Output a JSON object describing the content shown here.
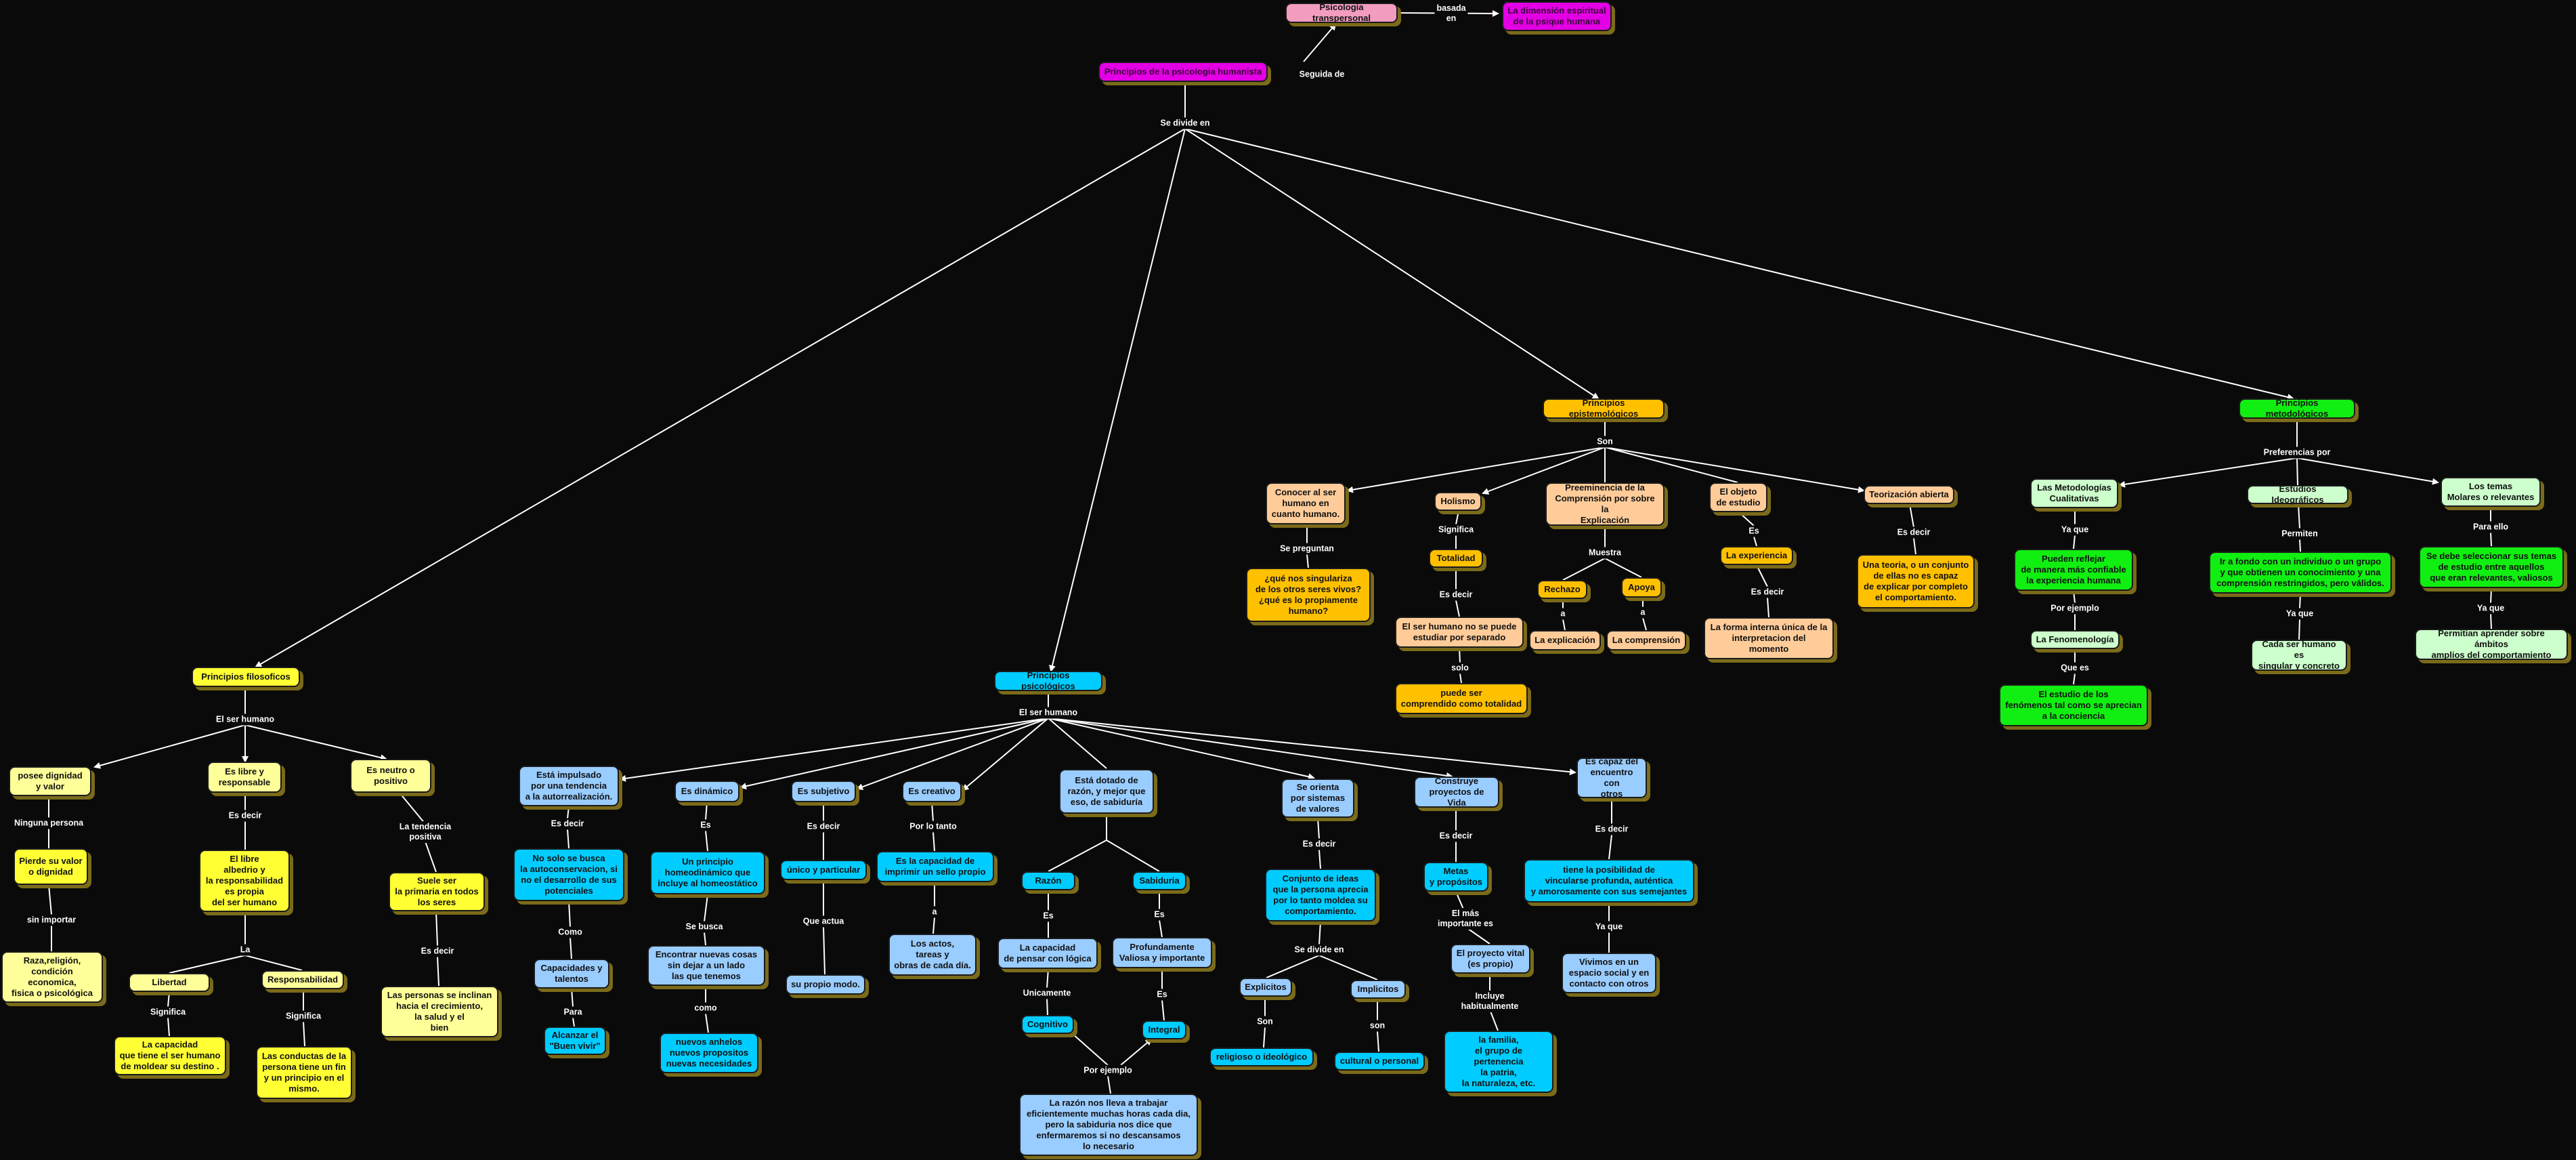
{
  "nodes": {
    "psic_transpersonal": "Psicologia transpersonal",
    "dimension_espiritual": "La dimensión espiritual\nde la psique humana",
    "principios_humanista": "Principios de la psicologia humanista",
    "principios_filosoficos": "Principios filosoficos",
    "principios_psicologicos": "Principios psicológicos",
    "principios_epistemologicos": "Principios epistemológicos",
    "principios_metodologicos": "Principios metodológicos",
    "posee_dignidad": "posee dignidad\ny valor",
    "pierde_valor": "Pierde su valor\no dignidad",
    "raza_religion": "Raza,religión,\ncondición economica,\nfisica o psicológica",
    "libre_responsable": "Es libre y\nresponsable",
    "libre_albedrio": "El libre\nalbedrio y\nla responsabilidad\nes propia\ndel ser humano",
    "libertad": "Libertad",
    "capacidad_moldear": "La capacidad\nque tiene el ser humano\nde moldear su destino .",
    "responsabilidad": "Responsabilidad",
    "conductas_fin": "Las conductas de la\npersona tiene un fin\ny un principio en el\nmismo.",
    "neutro_positivo": "Es neutro o\npositivo",
    "suele_ser": "Suele ser\nla primaria en todos\nlos seres",
    "personas_inclinan": "Las personas se inclinan\nhacia el crecimiento,\nla salud y el\nbien",
    "impulsado": "Está impulsado\npor una tendencia\na la autorrealización.",
    "no_solo": "No solo se busca\nla autoconservacion, si\nno el desarrollo de sus\npotenciales",
    "capacidades_talentos": "Capacidades y\ntalentos",
    "buen_vivir": "Alcanzar el\n\"Buen vivir\"",
    "dinamico": "Es dinámico",
    "homeodinamico": "Un principio\nhomeodinámico que\nincluye al homeostático",
    "encontrar_cosas": "Encontrar nuevas cosas\nsin dejar a un lado\nlas que tenemos",
    "nuevos_anhelos": "nuevos anhelos\nnuevos propositos\nnuevas necesidades",
    "subjetivo": "Es subjetivo",
    "unico_particular": "único y particular",
    "propio_modo": "su propio modo.",
    "creativo": "Es creativo",
    "capacidad_sello": "Es la capacidad de\nimprimir un sello propio",
    "actos_tareas": "Los actos,\ntareas y\nobras de cada día.",
    "dotado_razon": "Está dotado de\nrazón, y mejor que\neso, de sabiduría",
    "razon": "Razón",
    "capacidad_pensar": "La capacidad\nde pensar con lógica",
    "cognitivo": "Cognitivo",
    "sabiduria": "Sabiduria",
    "profundamente": "Profundamente\nValiosa y importante",
    "integral": "Integral",
    "razon_trabajar": "La razón nos lleva a trabajar\neficientemente muchas horas cada dia,\npero la sabiduria nos dice que\nenfermaremos si no descansamos\nlo necesario",
    "orienta_valores": "Se orienta\npor sistemas\nde valores",
    "conjunto_ideas": "Conjunto de ideas\nque la persona aprecia\npor lo tanto moldea su\ncomportamiento.",
    "explicitos": "Explicitos",
    "religioso": "religioso o ideológico",
    "implicitos": "Implicitos",
    "cultural": "cultural o personal",
    "construye_proyectos": "Construye\nproyectos de Vida",
    "metas": "Metas\ny propósitos",
    "proyecto_vital": "El proyecto vital\n(es propio)",
    "familia": "la familia,\nel grupo de pertenencia\nla patria,\nla naturaleza, etc.",
    "capaz_encuentro": "Es capaz del\nencuentro con\notros",
    "posibilidad_vincularse": "tiene la posibilidad de\nvincularse profunda, auténtica\ny amorosamente con sus semejantes",
    "vivimos_espacio": "Vivimos en un\nespacio social y en\ncontacto con otros",
    "conocer_ser": "Conocer al ser\nhumano en\ncuanto humano.",
    "preguntas_singularidad": "¿qué nos singulariza\nde los otros seres vivos?\n¿qué es lo propiamente\nhumano?",
    "holismo": "Holismo",
    "totalidad": "Totalidad",
    "no_se_puede": "El ser humano no se puede\nestudiar por separado",
    "comprendido_totalidad": "puede ser\ncomprendido como totalidad",
    "preeminencia": "Preeminencia de la\nComprensión por sobre la\nExplicación",
    "rechazo": "Rechazo",
    "la_explicacion": "La explicación",
    "apoya": "Apoya",
    "la_comprension": "La comprensión",
    "objeto_estudio": "El  objeto\nde estudio",
    "la_experiencia": "La experiencia",
    "forma_interna": "La forma interna única de la\ninterpretacion del\nmomento",
    "teorizacion": "Teorización abierta",
    "teoria_conjunto": "Una teoria, o un conjunto\nde ellas no es capaz\nde explicar por completo\nel comportamiento.",
    "met_cualitativas": "Las Metodologías\nCualitativas",
    "reflejar_experiencia": "Pueden reflejar\nde manera más confiable\nla experiencia humana",
    "fenomenologia": "La Fenomenología",
    "estudio_fenomenos": "El estudio de los\nfenómenos tal como se aprecian\na la conciencia",
    "estudios_ideograficos": "Estudios Ideográficos",
    "ir_a_fondo": "Ir a fondo con un individuo o un grupo\ny que obtienen un conocimiento y una\ncomprensión restringidos, pero válidos.",
    "cada_ser": "Cada ser humano es\nsingular y concreto",
    "temas_molares": "Los temas\nMolares o relevantes",
    "seleccionar_temas": "Se debe seleccionar sus temas\nde estudio entre aquellos\nque eran relevantes, valiosos",
    "permitian_aprender": "Permitian aprender sobre ámbitos\namplios del comportamiento"
  },
  "labels": {
    "basada_en": "basada\nen",
    "seguida_de": "Seguida de",
    "se_divide_en": "Se divide en",
    "el_ser_humano_1": "El ser humano",
    "ninguna_persona": "Ninguna persona",
    "sin_importar": "sin importar",
    "es_decir_1": "Es decir",
    "la": "La",
    "significa_1": "Significa",
    "significa_2": "Significa",
    "tendencia_positiva": "La tendencia\npositiva",
    "es_decir_2": "Es decir",
    "el_ser_humano_2": "El ser humano",
    "es_decir_3": "Es decir",
    "como_1": "Como",
    "para": "Para",
    "es_1": "Es",
    "se_busca": "Se busca",
    "como_2": "como",
    "es_decir_4": "Es decir",
    "que_actua": "Que actua",
    "por_lo_tanto": "Por lo tanto",
    "a": "a",
    "es_2": "Es",
    "unicamente": "Unicamente",
    "es_3": "Es",
    "es_4": "Es",
    "por_ejemplo_1": "Por ejemplo",
    "es_decir_5": "Es decir",
    "se_divide_en_2": "Se divide en",
    "son": "Son",
    "son_2": "son",
    "es_decir_6": "Es decir",
    "el_mas_importante": "El  más\nimportante es",
    "incluye": "Incluye\nhabitualmente",
    "es_decir_7": "Es decir",
    "ya_que_1": "Ya que",
    "son_3": "Son",
    "se_preguntan": "Se preguntan",
    "significa_3": "Significa",
    "es_decir_8": "Es decir",
    "solo": "solo",
    "muestra": "Muestra",
    "a_1": "a",
    "a_2": "a",
    "es_5": "Es",
    "es_decir_9": "Es decir",
    "es_decir_10": "Es decir",
    "preferencias_por": "Preferencias por",
    "ya_que_2": "Ya que",
    "por_ejemplo_2": "Por ejemplo",
    "que_es": "Que es",
    "permiten": "Permiten",
    "ya_que_3": "Ya que",
    "para_ello": "Para ello",
    "ya_que_4": "Ya que"
  }
}
